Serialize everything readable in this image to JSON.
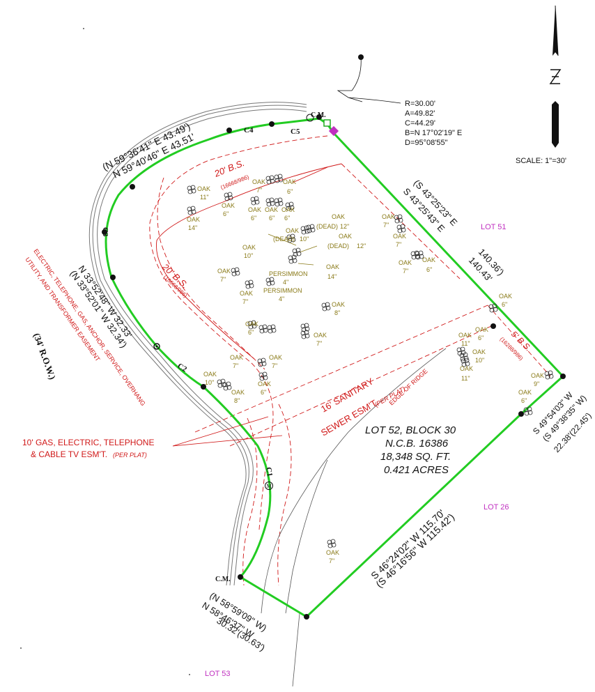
{
  "colors": {
    "boundary": "#22cc22",
    "row_line": "#777777",
    "easement": "#d01818",
    "tree_label": "#8a7a18",
    "lot_label": "#c030c0",
    "ink": "#111111"
  },
  "curve_data": {
    "r": "R=30.00'",
    "a": "A=49.82'",
    "c": "C=44.29'",
    "b": "B=N 17°02'19\" E",
    "d": "D=95°08'55\""
  },
  "scale": "SCALE:  1\"=30'",
  "row_label": "(34' R.O.W.)",
  "lot_main": {
    "line1": "LOT 52, BLOCK 30",
    "line2": "N.C.B. 16386",
    "line3": "18,348 SQ. FT.",
    "line4": "0.421 ACRES"
  },
  "neighbor_lots": {
    "lot51": "LOT 51",
    "lot26": "LOT 26",
    "lot53": "LOT 53"
  },
  "bearings": {
    "north_a": "(N 59°36'41\" E  43.49')",
    "north_b": "N 59°40'46\" E  43.51'",
    "east_a": "(S 43°25'23\" E",
    "east_b": "S 43°25'43\" E",
    "east_c": "140.36')",
    "east_d": "140.43'",
    "ne_a": "S 49°54'03\" W",
    "ne_b": "(S 49°38'35\" W)",
    "ne_c": "22.38'(22.45')",
    "se_a": "S 46°24'02\" W  115.70'",
    "se_b": "(S 46°16'56\" W  115.42')",
    "south_a": "N 58°46'37\" W",
    "south_b": "(N 58°59'09\" W)",
    "south_c": "30.32'(30.63')",
    "west_a": "N 33°52'48\" W  32.33'",
    "west_b": "(N 33°52'01\" W  32.34')"
  },
  "curves": [
    "C1",
    "C2",
    "C3",
    "C4",
    "C5"
  ],
  "monument_labels": {
    "top": "C.M.",
    "bottom": "C.M."
  },
  "easements": {
    "bs_top": "20' B.S.",
    "bs_top_ref": "(16668/986)",
    "bs_left": "20' B.S.",
    "bs_left_ref": "(16668/986)",
    "bs_right": "5' B.S.",
    "bs_right_ref": "(16288/986)",
    "sanitary_a": "16' SANITARY",
    "sanitary_b": "SEWER ESM'T.",
    "sanitary_ref": "(PER PLAT)",
    "ridge": "EDGE OF RIDGE",
    "utility_a": "ELECTRIC, TELEPHONE, GAS, ANCHOR, SERVICE, OVERHANG",
    "utility_b": "UTILITY, AND TRANSFORMER EASEMENT",
    "gas_a": "10' GAS, ELECTRIC, TELEPHONE",
    "gas_b": "& CABLE TV ESM'T.",
    "gas_ref": "(PER PLAT)"
  },
  "trees": [
    {
      "n": "OAK",
      "s": "11\""
    },
    {
      "n": "OAK",
      "s": "14\""
    },
    {
      "n": "OAK",
      "s": "6\""
    },
    {
      "n": "OAK",
      "s": "7\""
    },
    {
      "n": "OAK",
      "s": "6\""
    },
    {
      "n": "OAK",
      "s": "6\""
    },
    {
      "n": "OAK",
      "s": "6\""
    },
    {
      "n": "OAK",
      "s": "6\""
    },
    {
      "n": "OAK",
      "s": "12\""
    },
    {
      "n": "(DEAD)",
      "s": "10\""
    },
    {
      "n": "OAK",
      "s": "12\""
    },
    {
      "n": "OAK",
      "s": "10\""
    },
    {
      "n": "OAK",
      "s": "14\""
    },
    {
      "n": "OAK",
      "s": "7\""
    },
    {
      "n": "OAK",
      "s": "7\""
    },
    {
      "n": "OAK",
      "s": "7\""
    },
    {
      "n": "OAK",
      "s": "8\""
    },
    {
      "n": "OAK",
      "s": "7\""
    },
    {
      "n": "OAK",
      "s": "7\""
    },
    {
      "n": "OAK",
      "s": "6\""
    },
    {
      "n": "OAK",
      "s": "7\""
    },
    {
      "n": "OAK",
      "s": "6\""
    },
    {
      "n": "OAK",
      "s": "11\""
    },
    {
      "n": "OAK",
      "s": "10\""
    },
    {
      "n": "OAK",
      "s": "11\""
    },
    {
      "n": "OAK",
      "s": "6\""
    },
    {
      "n": "OAK",
      "s": "9\""
    },
    {
      "n": "OAK",
      "s": "6\""
    },
    {
      "n": "OAK",
      "s": "10\""
    },
    {
      "n": "OAK",
      "s": "8\""
    },
    {
      "n": "OAK",
      "s": "7\""
    },
    {
      "n": "OAK",
      "s": "7\""
    },
    {
      "n": "OAK",
      "s": "6\""
    },
    {
      "n": "OAK",
      "s": "6\""
    },
    {
      "n": "OAK",
      "s": "7\""
    },
    {
      "n": "OAK",
      "s": "7\""
    },
    {
      "n": "OAK",
      "s": "6\""
    }
  ],
  "persimmons": [
    {
      "n": "PERSIMMON",
      "s": "4\""
    },
    {
      "n": "PERSIMMON",
      "s": "4\""
    }
  ],
  "dead_labels": [
    "(DEAD)",
    "(DEAD)"
  ]
}
